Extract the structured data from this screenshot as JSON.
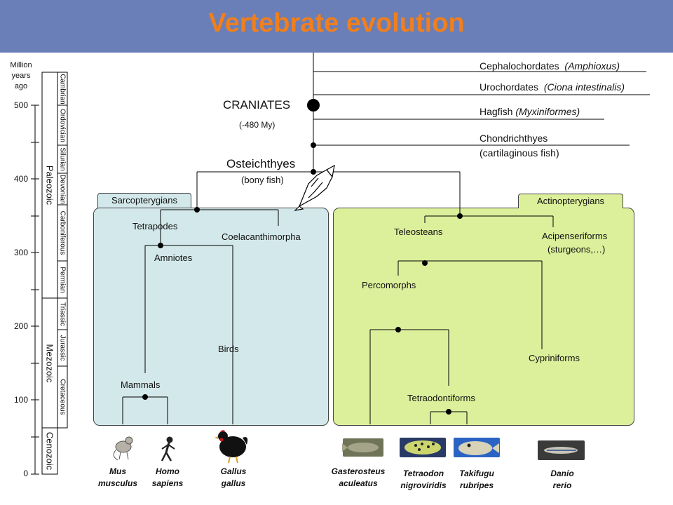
{
  "title": "Vertebrate evolution",
  "timescale": {
    "header": "Million years ago",
    "ticks": [
      "500",
      "400",
      "300",
      "200",
      "100",
      "0"
    ],
    "eras": [
      "Paleozoic",
      "Mezozoic",
      "Cenozoic"
    ],
    "periods": [
      "Cambrian",
      "Ordovician",
      "Silurian",
      "Devonian",
      "Carboniferous",
      "Permian",
      "Triassic",
      "Jurassic",
      "Cretaceous"
    ]
  },
  "outgroups": {
    "cephalochordates": "Cephalochordates",
    "cephalochordates_example": "(Amphioxus)",
    "urochordates": "Urochordates",
    "urochordates_example": "(Ciona intestinalis)",
    "hagfish": "Hagfish",
    "hagfish_example": "(Myxiniformes)",
    "chondrichthyes": "Chondrichthyes",
    "chondrichthyes_note": "(cartilaginous fish)"
  },
  "nodes": {
    "craniates": "CRANIATES",
    "craniates_age": "(-480 My)",
    "osteichthyes": "Osteichthyes",
    "osteichthyes_note": "(bony fish)"
  },
  "sarcopterygians": {
    "label": "Sarcopterygians",
    "tetrapodes": "Tetrapodes",
    "coelacanth": "Coelacanthimorpha",
    "amniotes": "Amniotes",
    "birds": "Birds",
    "mammals": "Mammals"
  },
  "actinopterygians": {
    "label": "Actinopterygians",
    "teleosteans": "Teleosteans",
    "acipenseriforms": "Acipenseriforms",
    "acipenseriforms_note": "(sturgeons,…)",
    "percomorphs": "Percomorphs",
    "cypriniforms": "Cypriniforms",
    "tetraodontiforms": "Tetraodontiforms"
  },
  "species": {
    "mus": [
      "Mus",
      "musculus"
    ],
    "homo": [
      "Homo",
      "sapiens"
    ],
    "gallus": [
      "Gallus",
      "gallus"
    ],
    "gasterosteus": [
      "Gasterosteus",
      "aculeatus"
    ],
    "tetraodon": [
      "Tetraodon",
      "nigroviridis"
    ],
    "takifugu": [
      "Takifugu",
      "rubripes"
    ],
    "danio": [
      "Danio",
      "rerio"
    ]
  },
  "colors": {
    "banner": "#6a7fb8",
    "title": "#f07f1c",
    "sarcopterygian_panel": "#d3e8ea",
    "actinopterygian_panel": "#dcef9b",
    "tree_line": "#000000"
  }
}
